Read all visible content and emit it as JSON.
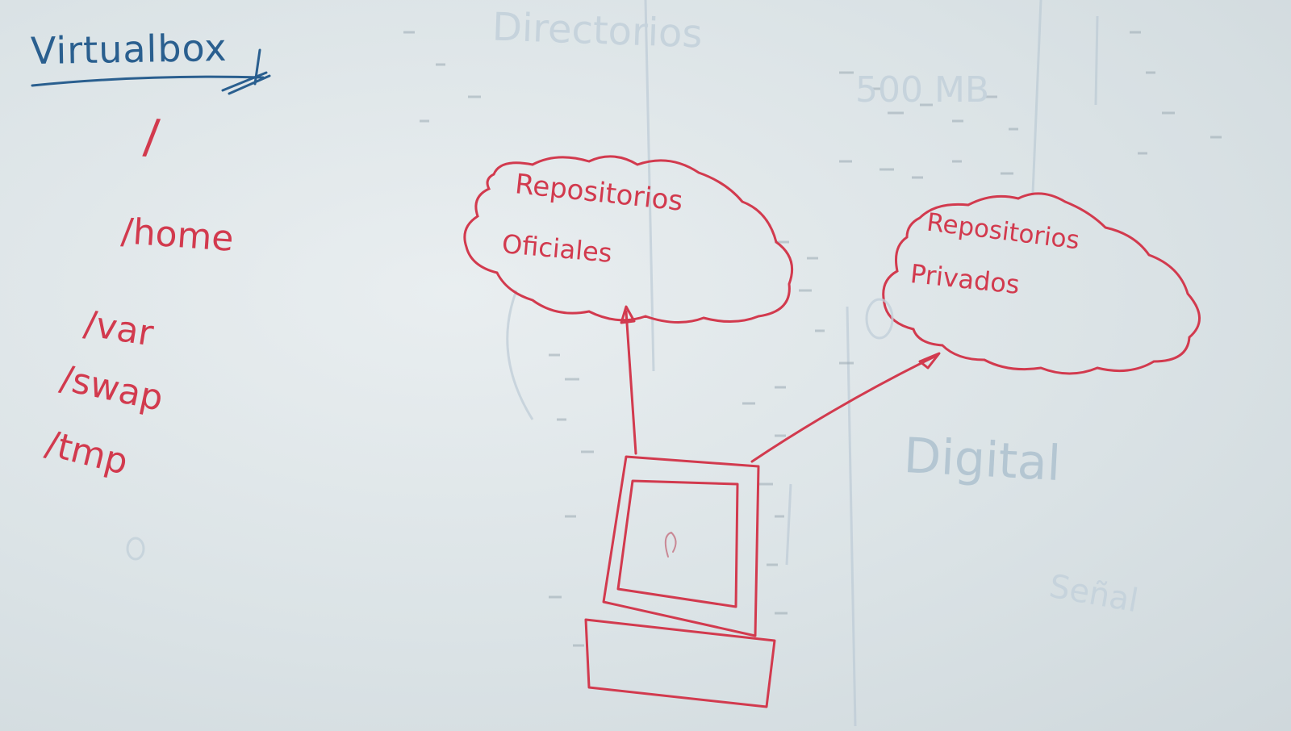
{
  "whiteboard": {
    "title": "Virtualbox",
    "directories": [
      "/",
      "/home",
      "/var",
      "/swap",
      "/tmp"
    ],
    "cloud_official": {
      "line1": "Repositorios",
      "line2": "Oficiales"
    },
    "cloud_private": {
      "line1": "Repositorios",
      "line2": "Privados"
    },
    "faint_text": {
      "top": "Directorios",
      "right": "Digital",
      "bottom_right": "Señal",
      "top_number": "500 MB"
    }
  },
  "colors": {
    "board": "#dfe6e9",
    "blue_marker": "#2a5f8f",
    "red_marker": "#d23a4e",
    "ghost": "#b4c6d2"
  }
}
